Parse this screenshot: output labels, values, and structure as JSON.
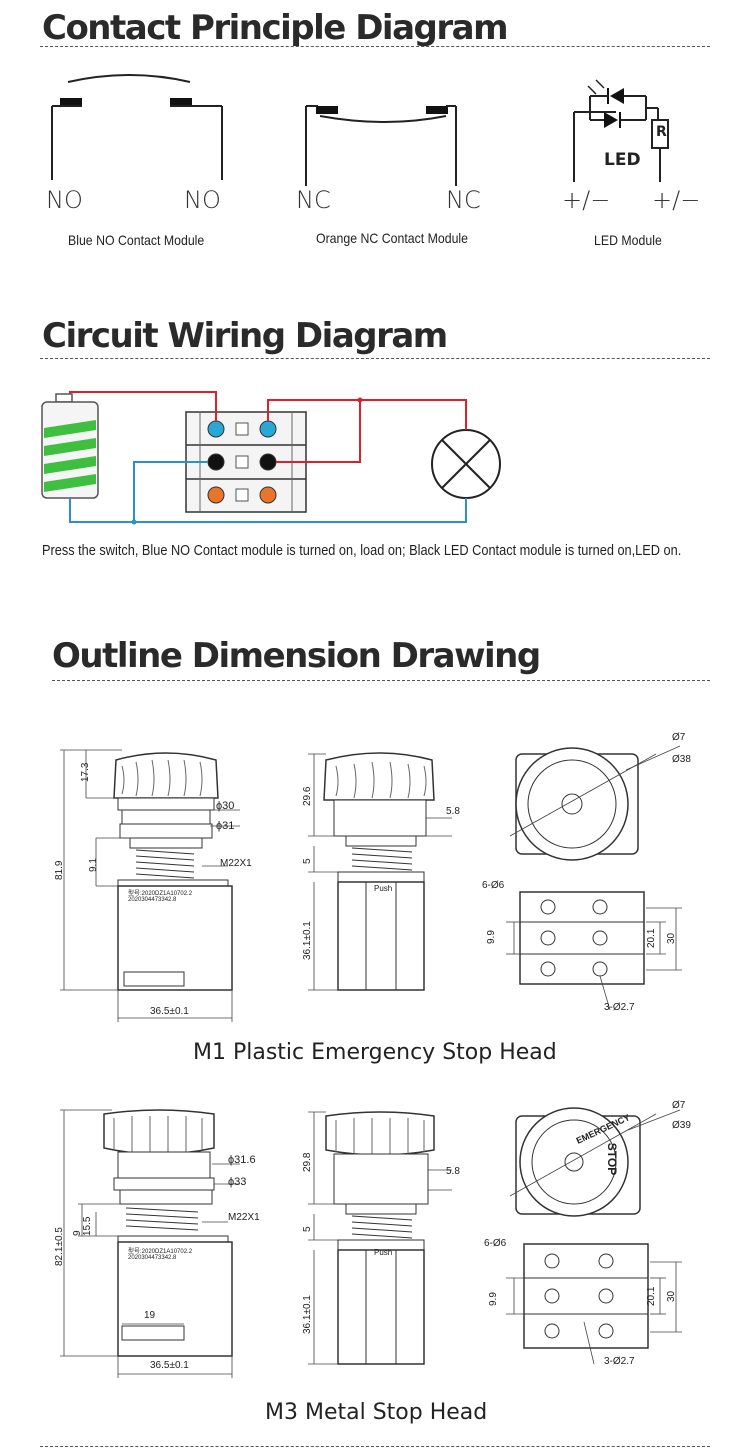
{
  "sections": {
    "contact_title": "Contact Principle Diagram",
    "wiring_title": "Circuit Wiring Diagram",
    "outline_title": "Outline Dimension Drawing"
  },
  "contact_modules": {
    "blue": {
      "left_label": "NO",
      "right_label": "NO",
      "caption": "Blue NO Contact Module"
    },
    "orange": {
      "left_label": "NC",
      "right_label": "NC",
      "caption": "Orange NC Contact Module"
    },
    "led": {
      "left_label": "+/−",
      "right_label": "+/−",
      "caption": "LED Module",
      "led_text": "LED",
      "resistor_text": "R"
    }
  },
  "wiring": {
    "description": "Press the switch, Blue NO Contact module is turned on, load on; Black LED Contact module  is turned on,LED  on."
  },
  "m1": {
    "caption": "M1 Plastic Emergency Stop Head",
    "dims": {
      "d_173": "17.3",
      "d_819": "81.9",
      "d_91": "9.1",
      "d_phi30": "ϕ30",
      "d_phi31": "ϕ31",
      "d_m22": "M22X1",
      "d_365": "36.5±0.1",
      "d_296": "29.6",
      "d_58": "5.8",
      "d_5": "5",
      "d_361": "36.1±0.1",
      "d_o7": "Ø7",
      "d_o38": "Ø38",
      "d_6o6": "6-Ø6",
      "d_99": "9.9",
      "d_201": "20.1",
      "d_30": "30",
      "d_3o27": "3-Ø2.7",
      "push": "Push",
      "label1": "型号:2020DZ1A10702.2",
      "label2": "2020304473342.8"
    }
  },
  "m3": {
    "caption": "M3 Metal Stop Head",
    "dims": {
      "d_821": "82.1±0.5",
      "d_155": "15.5",
      "d_9": "9",
      "d_phi316": "ϕ31.6",
      "d_phi33": "ϕ33",
      "d_m22": "M22X1",
      "d_19": "19",
      "d_365": "36.5±0.1",
      "d_298": "29.8",
      "d_58": "5.8",
      "d_5": "5",
      "d_361": "36.1±0.1",
      "d_o7": "Ø7",
      "d_o39": "Ø39",
      "d_6o6": "6-Ø6",
      "d_99": "9.9",
      "d_201": "20.1",
      "d_30": "30",
      "d_3o27": "3-Ø2.7",
      "push": "Push",
      "stop_text": "STOP",
      "emergency_text": "EMERGENCY",
      "label1": "型号:2020DZ1A10702.2",
      "label2": "2020304473342.8"
    }
  },
  "colors": {
    "red_wire": "#d9232a",
    "blue_wire": "#2b8fd0",
    "battery_green": "#3fbf3f",
    "blue_terminal": "#29a8d8",
    "orange_terminal": "#e8752a"
  }
}
